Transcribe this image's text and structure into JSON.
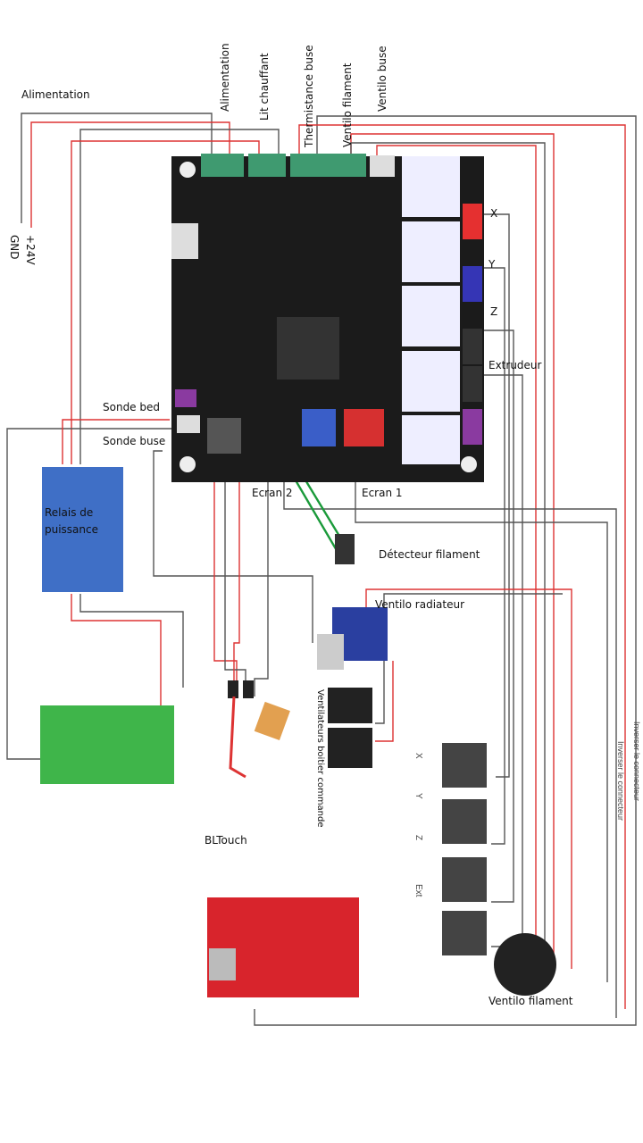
{
  "labels": {
    "power_top": "Alimentation",
    "plus24": "+24V",
    "gnd": "GND",
    "power_v": "Alimentation",
    "heated_bed": "Lit chauffant",
    "nozzle_thermistor": "Thermistance buse",
    "filament_fan_v": "Ventilo filament",
    "nozzle_fan": "Ventilo buse",
    "x_driver": "X",
    "y_driver": "Y",
    "z_driver": "Z",
    "extruder_driver": "Extrudeur",
    "bed_probe": "Sonde bed",
    "nozzle_probe": "Sonde buse",
    "screen2": "Ecran 2",
    "screen1": "Ecran 1",
    "relay": "Relais de puissance",
    "filament_detector": "Détecteur filament",
    "radiator_fan": "Ventilo radiateur",
    "case_fans": "Ventilateurs boitier commande",
    "motor_x": "X",
    "motor_y": "Y",
    "motor_z": "Z",
    "motor_ext": "Ext",
    "bltouch": "BLTouch",
    "filament_fan": "Ventilo filament",
    "reverse1": "Inverser le connecteur",
    "reverse2": "Inverser le connecteur"
  },
  "colors": {
    "board": "#1b1b1b",
    "relay": "#3f6fc6",
    "psu": "#3fb54a",
    "lcd": "#d8242c",
    "wire_grey": "#555555",
    "wire_red": "#dd3333",
    "wire_green": "#1a9a3a"
  }
}
